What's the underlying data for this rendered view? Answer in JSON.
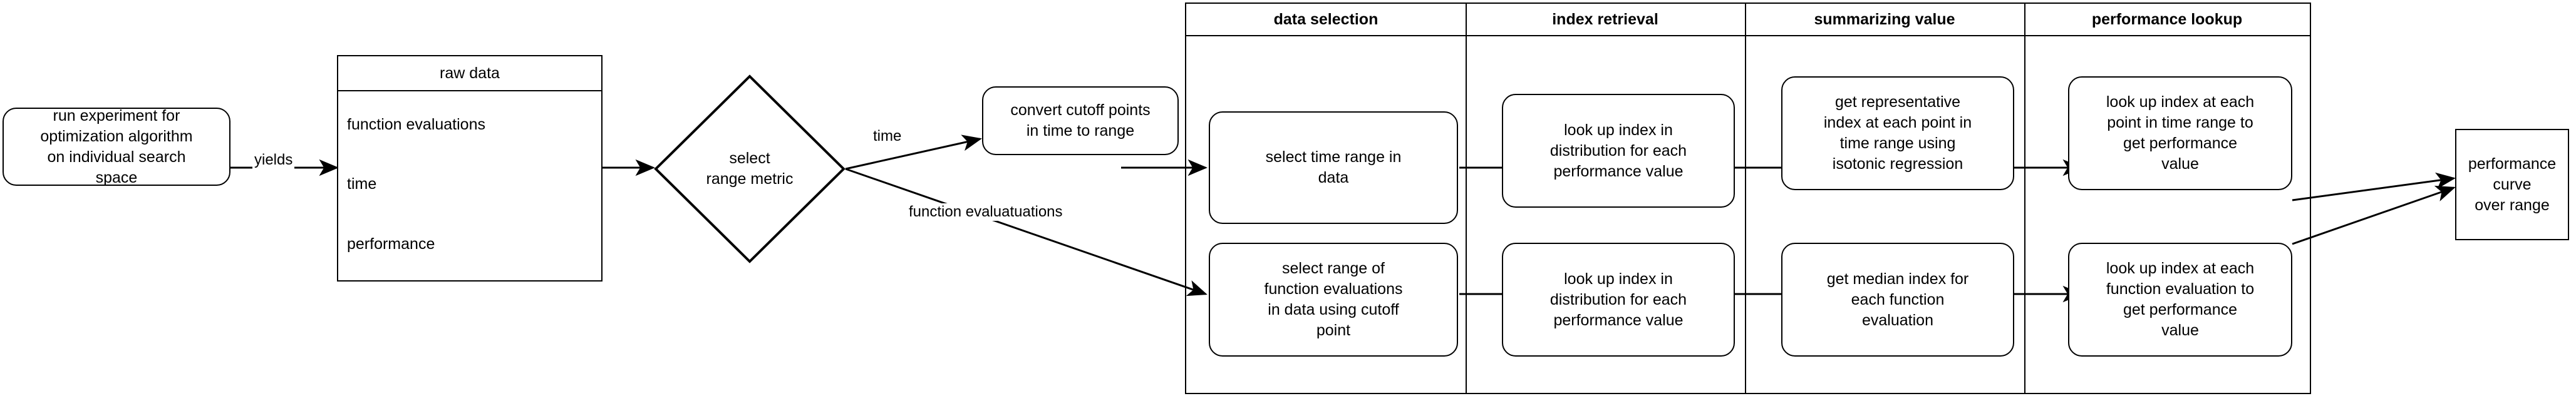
{
  "diagram": {
    "title": "performance curve computation pipeline",
    "background": "#ffffff",
    "stroke": "#000000"
  },
  "start": {
    "label": "run experiment for\noptimization algorithm\non individual search\nspace"
  },
  "raw_data": {
    "title": "raw data",
    "fields": [
      "function evaluations",
      "time",
      "performance"
    ]
  },
  "decision": {
    "label": "select\nrange metric"
  },
  "convert": {
    "label": "convert cutoff points\nin time to range"
  },
  "edge_labels": {
    "yields": "yields",
    "time": "time",
    "function_evaluations": "function evaluatuations"
  },
  "lanes": [
    {
      "header": "data selection"
    },
    {
      "header": "index retrieval"
    },
    {
      "header": "summarizing value"
    },
    {
      "header": "performance lookup"
    }
  ],
  "lane_nodes": {
    "top": [
      "select time range in\ndata",
      "look up index in\ndistribution for each\nperformance value",
      "get representative\nindex at each point in\ntime range using\nisotonic regression",
      "look up index at each\npoint in time range to\nget performance\nvalue"
    ],
    "bottom": [
      "select range of\nfunction evaluations\nin data using cutoff\npoint",
      "look up index in\ndistribution for each\nperformance value",
      "get median index for\neach function\nevaluation",
      "look up index at each\nfunction evaluation to\nget performance\nvalue"
    ]
  },
  "result": {
    "label": "performance curve\nover range"
  }
}
